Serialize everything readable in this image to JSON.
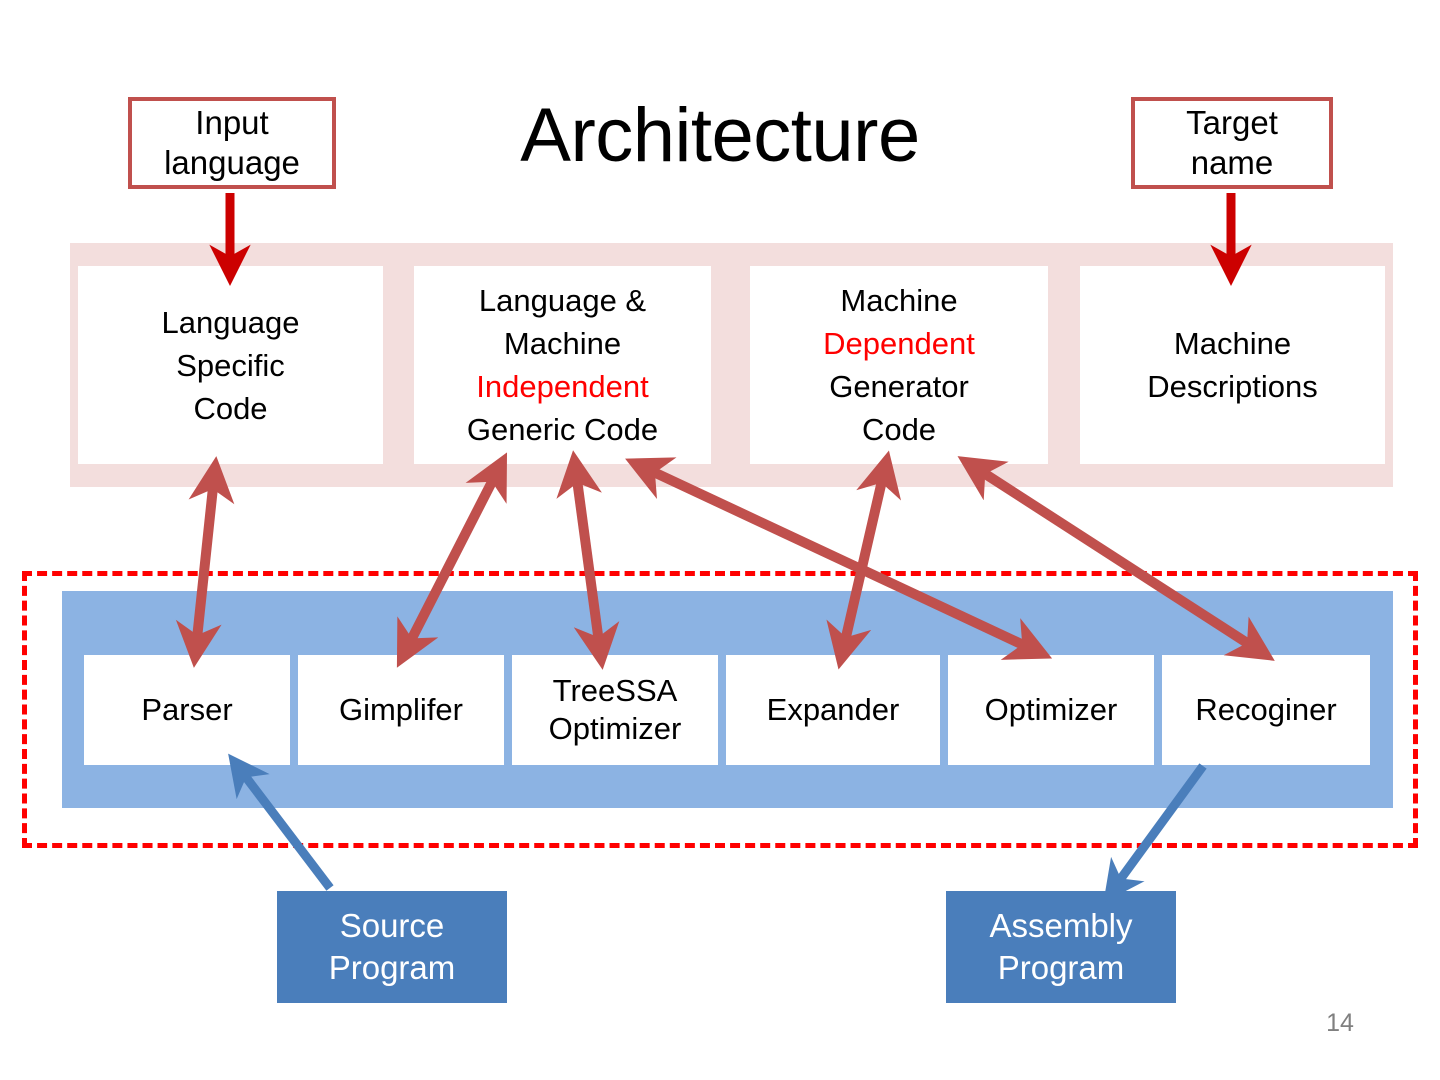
{
  "slide": {
    "title": "Architecture",
    "page_number": "14"
  },
  "colors": {
    "accent_red": "#c0504d",
    "highlight_red": "#ff0000",
    "pink_band": "#f3dedd",
    "blue_band": "#8cb3e3",
    "program_blue": "#4a7ebb",
    "dashed_border": "#ff0000",
    "page_number_gray": "#808080"
  },
  "inputs": {
    "input_language": "Input\nlanguage",
    "input_language_line1": "Input",
    "input_language_line2": "language",
    "target_name_line1": "Target",
    "target_name_line2": "name"
  },
  "source_band": {
    "boxes": [
      {
        "id": "language-specific-code",
        "lines": [
          {
            "text": "Language",
            "highlight": false
          },
          {
            "text": "Specific",
            "highlight": false
          },
          {
            "text": "Code",
            "highlight": false
          }
        ]
      },
      {
        "id": "language-machine-independent-generic-code",
        "lines": [
          {
            "text": "Language &",
            "highlight": false
          },
          {
            "text": "Machine",
            "highlight": false
          },
          {
            "text": "Independent",
            "highlight": true
          },
          {
            "text": "Generic Code",
            "highlight": false
          }
        ]
      },
      {
        "id": "machine-dependent-generator-code",
        "lines": [
          {
            "text": "Machine",
            "highlight": false
          },
          {
            "text": "Dependent",
            "highlight": true
          },
          {
            "text": "Generator",
            "highlight": false
          },
          {
            "text": "Code",
            "highlight": false
          }
        ]
      },
      {
        "id": "machine-descriptions",
        "lines": [
          {
            "text": "Machine",
            "highlight": false
          },
          {
            "text": "Descriptions",
            "highlight": false
          }
        ]
      }
    ]
  },
  "pass_band": {
    "boxes": [
      {
        "id": "parser",
        "lines": [
          "Parser"
        ]
      },
      {
        "id": "gimplifer",
        "lines": [
          "Gimplifer"
        ]
      },
      {
        "id": "treessa-optimizer",
        "lines": [
          "TreeSSA",
          "Optimizer"
        ]
      },
      {
        "id": "expander",
        "lines": [
          "Expander"
        ]
      },
      {
        "id": "optimizer",
        "lines": [
          "Optimizer"
        ]
      },
      {
        "id": "recoginer",
        "lines": [
          "Recoginer"
        ]
      }
    ]
  },
  "programs": {
    "source_line1": "Source",
    "source_line2": "Program",
    "assembly_line1": "Assembly",
    "assembly_line2": "Program"
  },
  "connections": [
    {
      "name": "input-language-to-language-specific-code",
      "from": "input-language",
      "to": "language-specific-code",
      "style": "single",
      "color": "#cc0000"
    },
    {
      "name": "target-name-to-machine-descriptions",
      "from": "target-name",
      "to": "machine-descriptions",
      "style": "single",
      "color": "#cc0000"
    },
    {
      "name": "language-specific-code-parser",
      "from": "language-specific-code",
      "to": "parser",
      "style": "double",
      "color": "#c0504d"
    },
    {
      "name": "generic-code-gimplifer",
      "from": "language-machine-independent-generic-code",
      "to": "gimplifer",
      "style": "double",
      "color": "#c0504d"
    },
    {
      "name": "generic-code-treessa-optimizer",
      "from": "language-machine-independent-generic-code",
      "to": "treessa-optimizer",
      "style": "double",
      "color": "#c0504d"
    },
    {
      "name": "generator-code-expander",
      "from": "machine-dependent-generator-code",
      "to": "expander",
      "style": "double",
      "color": "#c0504d"
    },
    {
      "name": "generic-code-optimizer",
      "from": "language-machine-independent-generic-code",
      "to": "optimizer",
      "style": "double",
      "color": "#c0504d"
    },
    {
      "name": "generator-code-recoginer",
      "from": "machine-dependent-generator-code",
      "to": "recoginer",
      "style": "double",
      "color": "#c0504d"
    },
    {
      "name": "source-program-to-parser",
      "from": "source-program",
      "to": "parser",
      "style": "single",
      "color": "#4a7ebb"
    },
    {
      "name": "recoginer-to-assembly-program",
      "from": "recoginer",
      "to": "assembly-program",
      "style": "single",
      "color": "#4a7ebb"
    }
  ]
}
